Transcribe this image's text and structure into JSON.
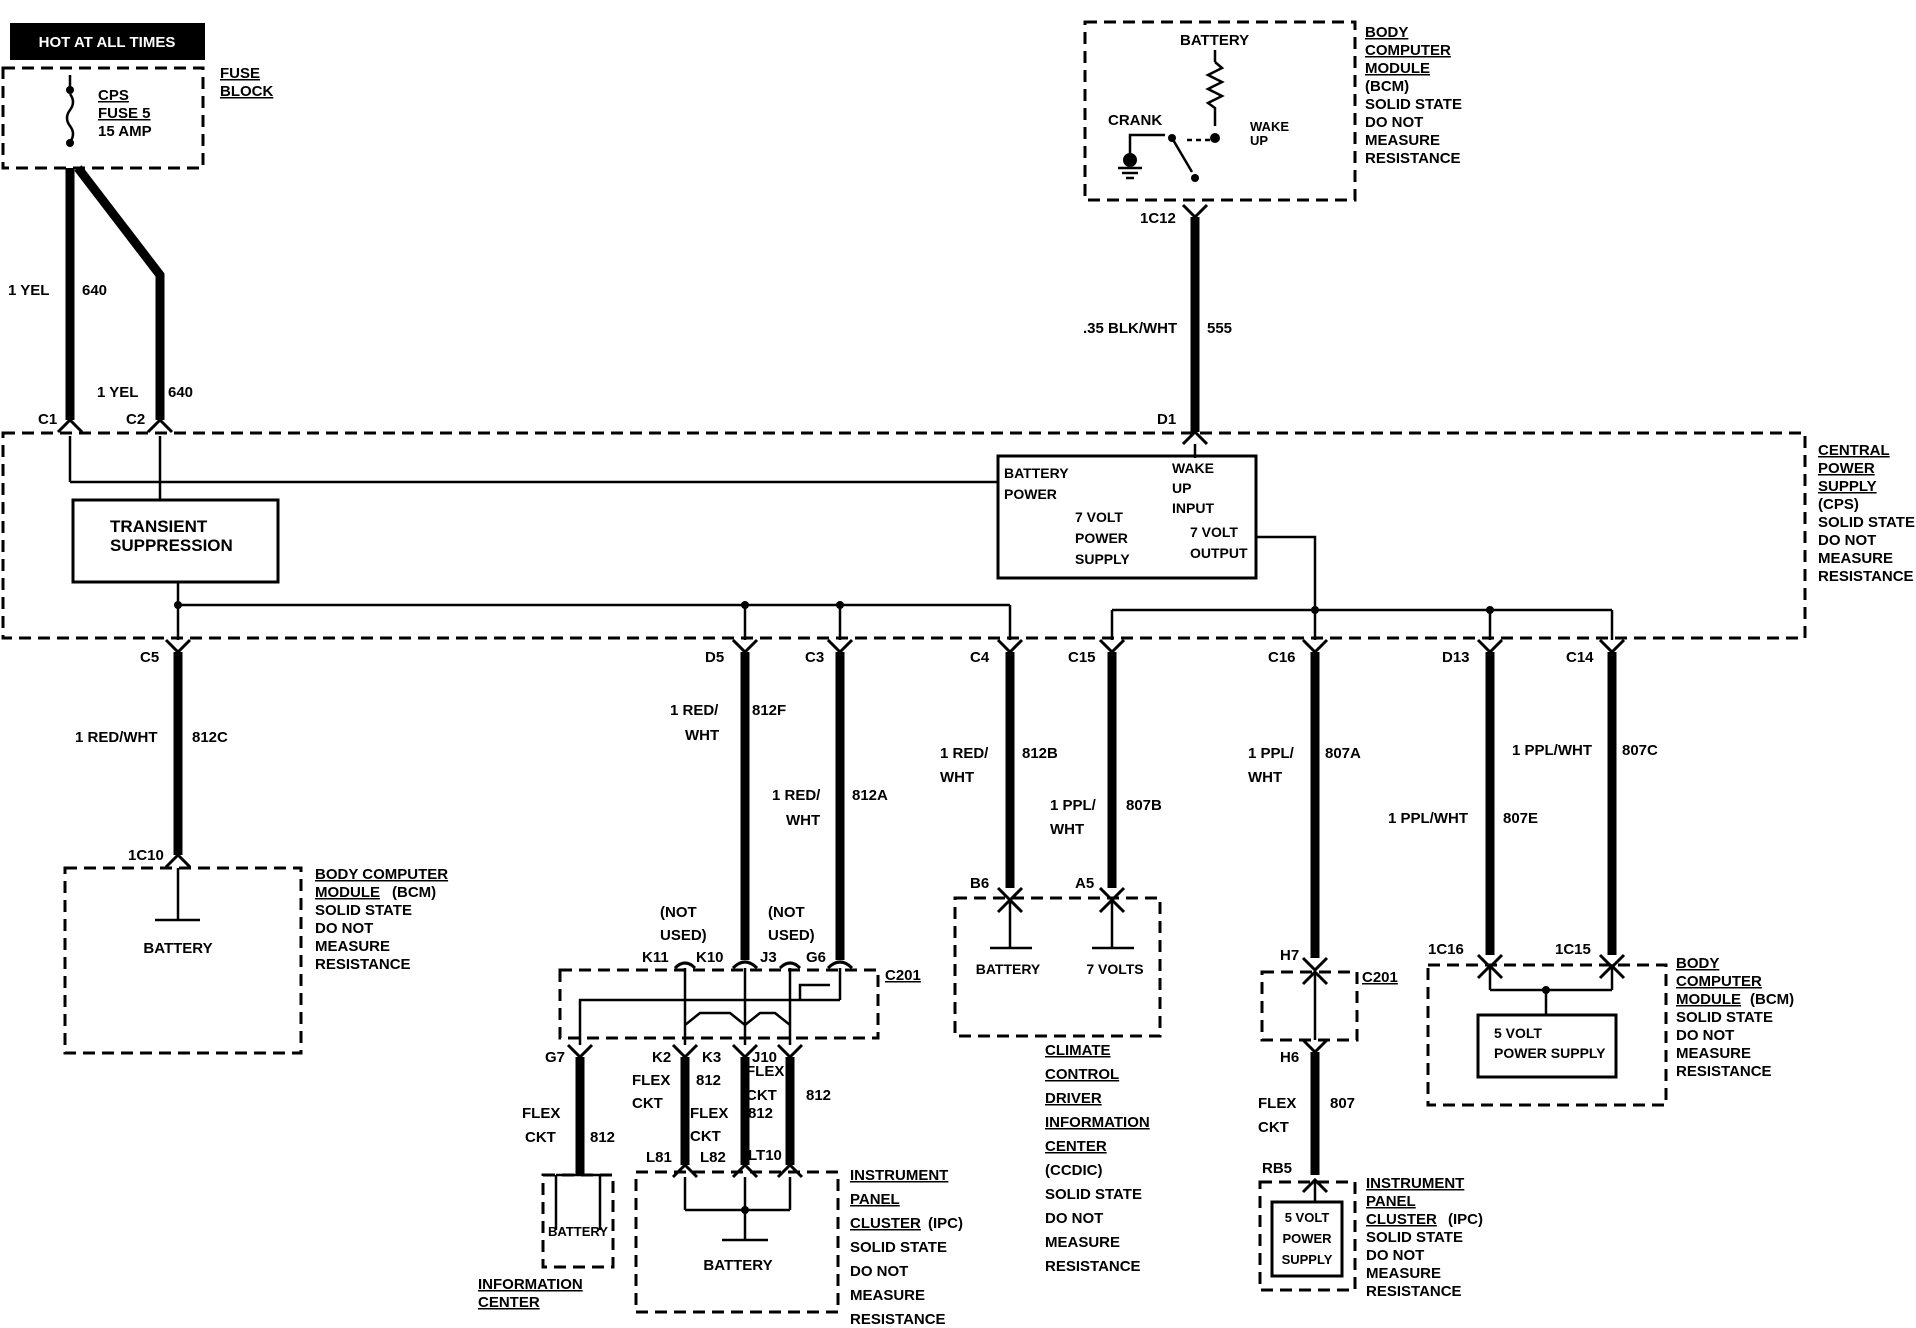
{
  "hot_label": "HOT AT ALL TIMES",
  "fuse_block": {
    "title": [
      "FUSE",
      "BLOCK"
    ],
    "fuse_text": [
      "CPS",
      "FUSE 5",
      "15 AMP"
    ]
  },
  "bcm_top": {
    "title": [
      "BODY",
      "COMPUTER",
      "MODULE"
    ],
    "info": [
      "(BCM)",
      "SOLID STATE",
      "DO NOT",
      "MEASURE",
      "RESISTANCE"
    ],
    "battery": "BATTERY",
    "crank": "CRANK",
    "wake_up": [
      "WAKE",
      "UP"
    ],
    "connector": "1C12"
  },
  "wires_top": {
    "w1": [
      "1 YEL",
      "640"
    ],
    "w2": [
      "1 YEL",
      "640"
    ],
    "w3": [
      ".35 BLK/WHT",
      "555"
    ]
  },
  "cps_connectors_top": [
    "C1",
    "C2",
    "D1"
  ],
  "cps": {
    "title": [
      "CENTRAL",
      "POWER",
      "SUPPLY"
    ],
    "info": [
      "(CPS)",
      "SOLID STATE",
      "DO NOT",
      "MEASURE",
      "RESISTANCE"
    ],
    "transient": [
      "TRANSIENT",
      "SUPPRESSION"
    ],
    "battery_power": [
      "BATTERY",
      "POWER"
    ],
    "wake_up_input": [
      "WAKE",
      "UP",
      "INPUT"
    ],
    "seven_volt_supply": [
      "7 VOLT",
      "POWER",
      "SUPPLY"
    ],
    "seven_volt_output": [
      "7 VOLT",
      "OUTPUT"
    ]
  },
  "cps_connectors_bottom": [
    "C5",
    "D5",
    "C3",
    "C4",
    "C15",
    "C16",
    "D13",
    "C14"
  ],
  "wires_bottom": {
    "c5": [
      "1 RED/WHT",
      "812C"
    ],
    "d5": [
      "1 RED/",
      "WHT",
      "812F"
    ],
    "c3": [
      "1 RED/",
      "WHT",
      "812A"
    ],
    "c4": [
      "1 RED/",
      "WHT",
      "812B"
    ],
    "c15": [
      "1 PPL/",
      "WHT",
      "807B"
    ],
    "c16": [
      "1 PPL/",
      "WHT",
      "807A"
    ],
    "d13": [
      "1 PPL/WHT",
      "807E"
    ],
    "c14": [
      "1 PPL/WHT",
      "807C"
    ]
  },
  "bcm_left": {
    "connector": "1C10",
    "battery": "BATTERY",
    "title": [
      "BODY COMPUTER",
      "MODULE"
    ],
    "info": [
      "(BCM)",
      "SOLID STATE",
      "DO NOT",
      "MEASURE",
      "RESISTANCE"
    ]
  },
  "c201_left": {
    "label": "C201",
    "not_used": [
      "(NOT",
      "USED)"
    ],
    "top_pins": [
      "K11",
      "K10",
      "J3",
      "G6"
    ],
    "bottom_pins": [
      "G7",
      "K2",
      "K3",
      "J10"
    ]
  },
  "flex_wires": {
    "g7": [
      "FLEX",
      "CKT",
      "812"
    ],
    "k2": [
      "FLEX",
      "CKT",
      "812"
    ],
    "k3": [
      "FLEX",
      "CKT",
      "812"
    ],
    "j10": [
      "FLEX",
      "CKT",
      "812"
    ]
  },
  "info_center": {
    "battery": "BATTERY",
    "title": [
      "INFORMATION",
      "CENTER"
    ]
  },
  "ipc_left": {
    "pins": [
      "L81",
      "L82",
      "LT10"
    ],
    "battery": "BATTERY",
    "title": [
      "INSTRUMENT",
      "PANEL",
      "CLUSTER"
    ],
    "info": [
      "(IPC)",
      "SOLID STATE",
      "DO NOT",
      "MEASURE",
      "RESISTANCE"
    ]
  },
  "ccdic": {
    "pins": [
      "B6",
      "A5"
    ],
    "battery": "BATTERY",
    "seven_volts": "7 VOLTS",
    "title": [
      "CLIMATE",
      "CONTROL",
      "DRIVER",
      "INFORMATION",
      "CENTER"
    ],
    "info": [
      "(CCDIC)",
      "SOLID STATE",
      "DO NOT",
      "MEASURE",
      "RESISTANCE"
    ]
  },
  "c201_right": {
    "label": "C201",
    "top_pin": "H7",
    "bottom_pin": "H6",
    "wire": [
      "FLEX",
      "CKT",
      "807"
    ]
  },
  "ipc_right": {
    "pin": "RB5",
    "supply": [
      "5 VOLT",
      "POWER",
      "SUPPLY"
    ],
    "title": [
      "INSTRUMENT",
      "PANEL",
      "CLUSTER"
    ],
    "info": [
      "(IPC)",
      "SOLID STATE",
      "DO NOT",
      "MEASURE",
      "RESISTANCE"
    ]
  },
  "bcm_right": {
    "pins": [
      "1C16",
      "1C15"
    ],
    "supply": [
      "5 VOLT",
      "POWER SUPPLY"
    ],
    "title": [
      "BODY",
      "COMPUTER",
      "MODULE"
    ],
    "info": [
      "(BCM)",
      "SOLID STATE",
      "DO NOT",
      "MEASURE",
      "RESISTANCE"
    ]
  }
}
